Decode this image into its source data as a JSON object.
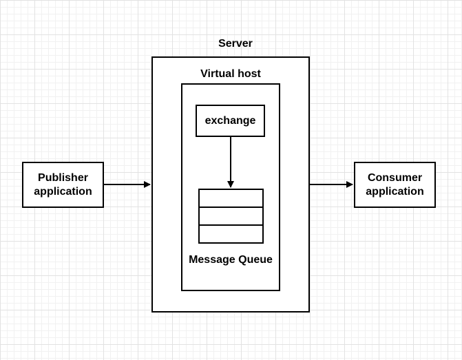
{
  "diagram": {
    "server": {
      "title": "Server"
    },
    "virtual_host": {
      "title": "Virtual host"
    },
    "exchange": {
      "label": "exchange"
    },
    "message_queue": {
      "label": "Message Queue",
      "slots": 3
    },
    "publisher": {
      "line1": "Publisher",
      "line2": "application"
    },
    "consumer": {
      "line1": "Consumer",
      "line2": "application"
    },
    "colors": {
      "stroke": "#000000",
      "fill": "#ffffff",
      "grid": "#e2e2e2"
    }
  }
}
